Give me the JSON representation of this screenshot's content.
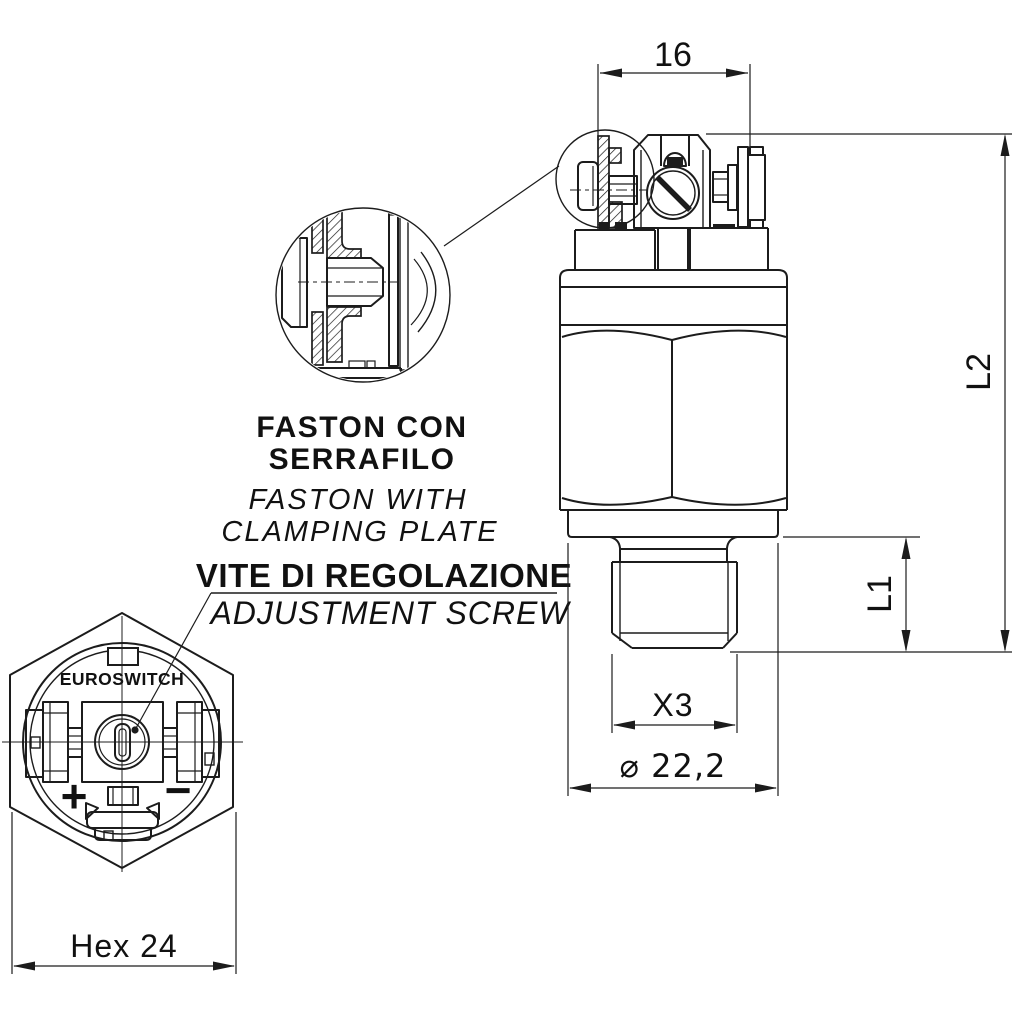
{
  "labels": {
    "faston_line1_it": "FASTON CON",
    "faston_line2_it": "SERRAFILO",
    "faston_line1_en": "FASTON WITH",
    "faston_line2_en": "CLAMPING PLATE",
    "adjustment_it": "VITE DI REGOLAZIONE",
    "adjustment_en": "ADJUSTMENT SCREW",
    "brand": "EUROSWITCH",
    "polarity_plus": "+",
    "polarity_minus": "−"
  },
  "dimensions": {
    "terminal_pitch": "16",
    "overall_length": "L2",
    "thread_length": "L1",
    "thread": "X3",
    "flange_diameter": "⌀ 22,2",
    "wrench_size": "Hex 24"
  },
  "colors": {
    "line": "#1c1c1c",
    "background": "#ffffff"
  }
}
